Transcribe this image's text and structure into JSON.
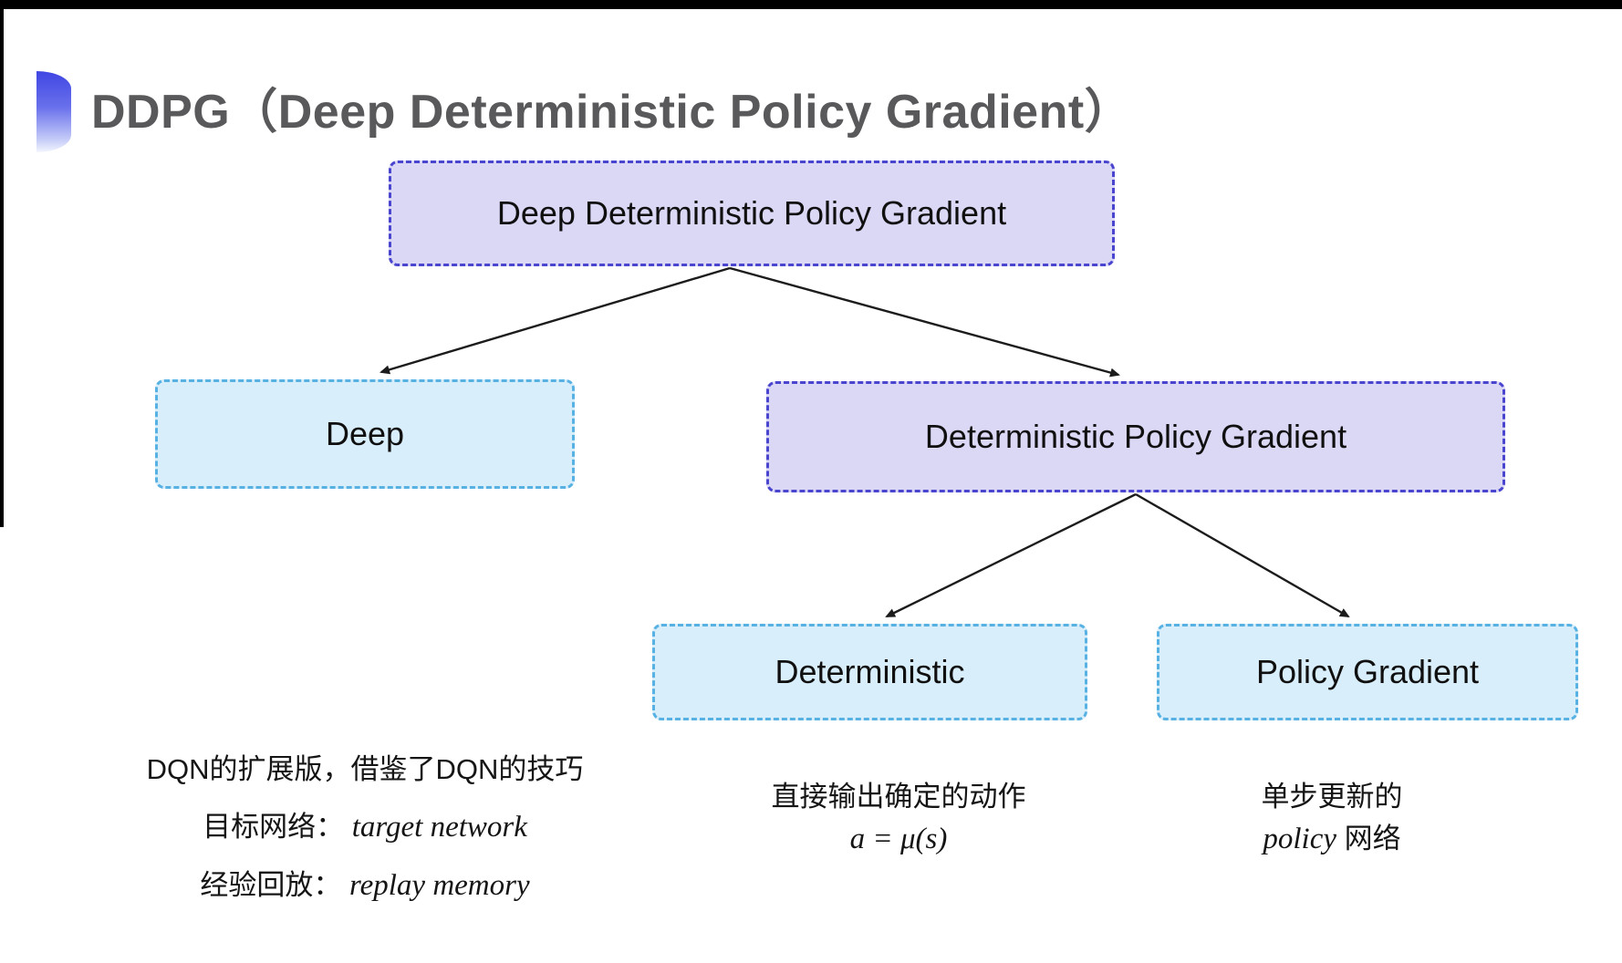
{
  "title": "DDPG（Deep Deterministic Policy Gradient）",
  "colors": {
    "accent_top": "#3f45e2",
    "title_gray": "#59595b",
    "ink": "#141414",
    "purple_fill": "#dbd8f6",
    "purple_border": "#4a45cf",
    "cyan_fill": "#d9eefb",
    "cyan_border": "#58b1e3",
    "arrow": "#1c1c1c"
  },
  "tree": {
    "root": {
      "label": "Deep Deterministic Policy Gradient"
    },
    "deep": {
      "label": "Deep"
    },
    "dpg": {
      "label": "Deterministic Policy Gradient"
    },
    "deterministic": {
      "label": "Deterministic"
    },
    "policy_gradient": {
      "label": "Policy Gradient"
    }
  },
  "notes": {
    "deep": {
      "line1": "DQN的扩展版，借鉴了DQN的技巧",
      "line2_label": "目标网络：",
      "line2_value": "target network",
      "line3_label": "经验回放：",
      "line3_value": "replay memory"
    },
    "deterministic": {
      "line1": "直接输出确定的动作",
      "line2": "a = μ(s)"
    },
    "policy_gradient": {
      "line1": "单步更新的",
      "line2_value": "policy",
      "line2_suffix": " 网络"
    }
  }
}
